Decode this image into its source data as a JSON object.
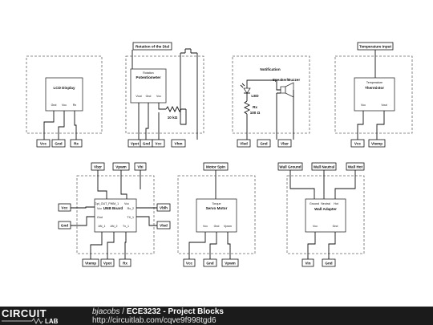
{
  "blocks": {
    "lcd": {
      "title": "LCD Display",
      "pins": [
        "Gnd",
        "Vcc",
        "Rx"
      ],
      "ports": [
        "Vcc",
        "Gnd",
        "Rx"
      ]
    },
    "pot": {
      "note": "Rotation",
      "title": "Potentiometer",
      "pins": [
        "Vout",
        "Gnd",
        "Vcc"
      ],
      "input": "Rotation of the Dial",
      "resistor": "10 kΩ",
      "ports": [
        "Vpot",
        "Gnd",
        "Vcc",
        "Vhm"
      ]
    },
    "notif": {
      "title": "Notification",
      "speaker": "Speaker/Buzzer",
      "led": "LED",
      "resistor_a": "Rx",
      "resistor_b": "100 Ω",
      "ports": [
        "Vled",
        "Gnd",
        "Vbzr"
      ]
    },
    "thermistor": {
      "note": "Temperature",
      "title": "Thermistor",
      "pins": [
        "Vcc",
        "Vout"
      ],
      "input": "Temperature Input",
      "ports": [
        "Vcc",
        "Vtemp"
      ]
    },
    "usb": {
      "title": "UNB Board",
      "pins_top": [
        "Gpt_OUT_PWM_1",
        "Vcc"
      ],
      "pins_mid_left": "Vcc",
      "pins_mid_right": "Rx_2",
      "pins_mid2_left": "Gnd",
      "pins_mid2_right": "TX_1",
      "pins_bottom": [
        "AN_1",
        "AN_2",
        "Tx_1"
      ],
      "ports_top": [
        "Vbzr",
        "Vpwm",
        "Vhi"
      ],
      "ports_left": [
        "Vcc",
        "Gnd"
      ],
      "ports_right": [
        "Vblh",
        "Vled"
      ],
      "ports_bottom": [
        "Vtemp",
        "Vpot",
        "Rx"
      ]
    },
    "servo": {
      "note": "Torque",
      "title": "Servo Motor",
      "pins": [
        "Vcc",
        "Gnd",
        "Vpwm"
      ],
      "input": "Motor Spin",
      "ports": [
        "Vcc",
        "Gnd",
        "Vpwm"
      ]
    },
    "wall": {
      "pins_top": [
        "Ground",
        "Neutral",
        "Hot"
      ],
      "title": "Wall Adapter",
      "pins_bottom": [
        "Vcc",
        "Gnd"
      ],
      "inputs": [
        "Wall Ground",
        "Wall Neutral",
        "Wall Hot"
      ],
      "ports": [
        "Vin",
        "Gnd"
      ]
    }
  },
  "footer": {
    "logo_top": "CIRCUIT",
    "logo_bottom": "LAB",
    "owner": "bjacobs",
    "separator": " / ",
    "project": "ECE3232 - Project Blocks",
    "url": "http://circuitlab.com/cqve9f998tgd6"
  },
  "colors": {
    "footer_bg": "#1b1b1b",
    "wire": "#111111",
    "boundary": "#666666"
  }
}
